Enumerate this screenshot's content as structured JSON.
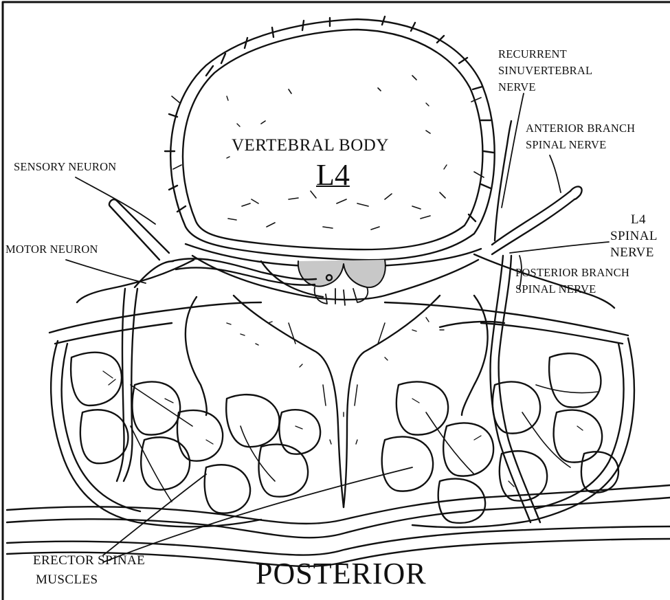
{
  "labels": {
    "vertebral_body": "VERTEBRAL BODY",
    "level": "L4",
    "sensory_neuron": "SENSORY NEURON",
    "motor_neuron": "MOTOR NEURON",
    "recurrent_1": "RECURRENT",
    "recurrent_2": "SINUVERTEBRAL",
    "recurrent_3": "NERVE",
    "anterior_1": "ANTERIOR BRANCH",
    "anterior_2": "SPINAL NERVE",
    "spinal_nerve_1": "L4",
    "spinal_nerve_2": "SPINAL",
    "spinal_nerve_3": "NERVE",
    "posterior_branch_1": "POSTERIOR BRANCH",
    "posterior_branch_2": "SPINAL NERVE",
    "erector_1": "ERECTOR SPINAE",
    "erector_2": "MUSCLES",
    "orientation": "POSTERIOR"
  }
}
